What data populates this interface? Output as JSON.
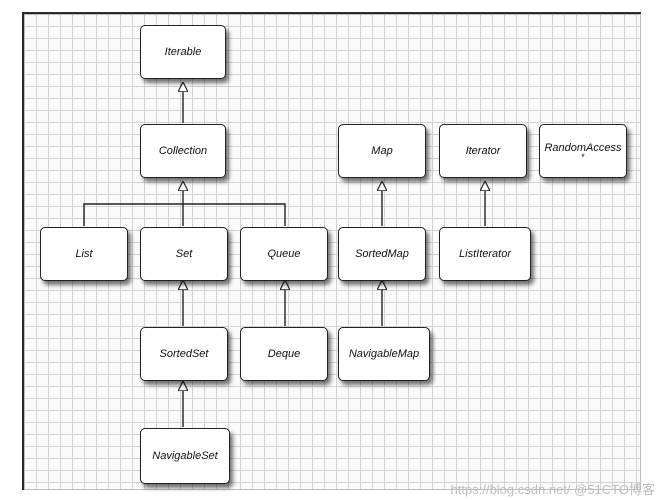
{
  "nodes": {
    "iterable": {
      "label": "Iterable"
    },
    "collection": {
      "label": "Collection"
    },
    "map": {
      "label": "Map"
    },
    "iterator": {
      "label": "Iterator"
    },
    "random_access": {
      "label": "RandomAccess",
      "mark": "*"
    },
    "list": {
      "label": "List"
    },
    "set": {
      "label": "Set"
    },
    "queue": {
      "label": "Queue"
    },
    "sorted_map": {
      "label": "SortedMap"
    },
    "list_iterator": {
      "label": "ListIterator"
    },
    "sorted_set": {
      "label": "SortedSet"
    },
    "deque": {
      "label": "Deque"
    },
    "navigable_map": {
      "label": "NavigableMap"
    },
    "navigable_set": {
      "label": "NavigableSet"
    }
  },
  "watermark": "https://blog.csdn.net/ @51CTO博客",
  "colors": {
    "grid": "#d2d2d2",
    "line": "#222222",
    "box": "#ffffff"
  }
}
